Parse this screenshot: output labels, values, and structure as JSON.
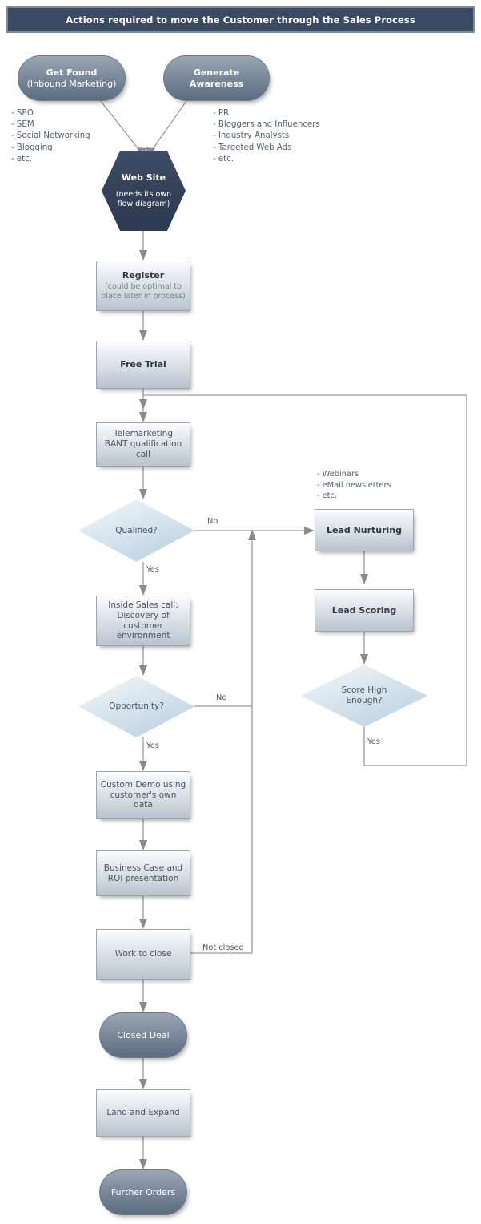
{
  "title": {
    "text": "Actions required to move the Customer through the Sales Process",
    "bg_color": "#3a4a63",
    "border_color": "#7e8ca0",
    "text_color": "#ffffff"
  },
  "palette": {
    "process_fill_top": "#fcfdfe",
    "process_fill_bottom": "#b9c4ce",
    "terminator_fill": "#6e7c8f",
    "hexagon_fill": "#2e3a50",
    "decision_fill": "#b8cede",
    "connector": "#9a9a9a",
    "body_text": "#4c5560"
  },
  "nodes": {
    "get_found": {
      "line1": "Get Found",
      "line2": "(Inbound Marketing)",
      "shape": "terminator"
    },
    "generate_awareness": {
      "line1": "Generate",
      "line2": "Awareness",
      "shape": "terminator"
    },
    "web_site": {
      "line1": "Web Site",
      "line2": "(needs its own",
      "line3": "flow diagram)",
      "shape": "hexagon"
    },
    "register": {
      "line1": "Register",
      "line2": "(could be optimal to",
      "line3": "place later in process)",
      "shape": "process"
    },
    "free_trial": {
      "line1": "Free Trial",
      "shape": "process"
    },
    "telemarketing": {
      "line1": "Telemarketing",
      "line2": "BANT qualification",
      "line3": "call",
      "shape": "process"
    },
    "qualified": {
      "line1": "Qualified?",
      "shape": "decision"
    },
    "inside_sales": {
      "line1": "Inside Sales call:",
      "line2": "Discovery of",
      "line3": "customer",
      "line4": "environment",
      "shape": "process"
    },
    "opportunity": {
      "line1": "Opportunity?",
      "shape": "decision"
    },
    "custom_demo": {
      "line1": "Custom Demo using",
      "line2": "customer's own data",
      "shape": "process"
    },
    "business_case": {
      "line1": "Business Case and",
      "line2": "ROI presentation",
      "shape": "process"
    },
    "work_to_close": {
      "line1": "Work to close",
      "shape": "process"
    },
    "closed_deal": {
      "line1": "Closed Deal",
      "shape": "terminator"
    },
    "land_and_expand": {
      "line1": "Land and Expand",
      "shape": "process"
    },
    "further_orders": {
      "line1": "Further Orders",
      "shape": "terminator"
    },
    "lead_nurturing": {
      "line1": "Lead Nurturing",
      "shape": "process"
    },
    "lead_scoring": {
      "line1": "Lead Scoring",
      "shape": "process"
    },
    "score_high_enough": {
      "line1": "Score High",
      "line2": "Enough?",
      "shape": "decision"
    }
  },
  "annotations": {
    "inbound_list": "- SEO\n- SEM\n- Social Networking\n- Blogging\n- etc.",
    "awareness_list": "- PR\n- Bloggers and Influencers\n- Industry Analysts\n- Targeted Web Ads\n- etc.",
    "nurturing_list": "- Webinars\n- eMail newsletters\n- etc."
  },
  "edge_labels": {
    "qualified_no": "No",
    "qualified_yes": "Yes",
    "opportunity_no": "No",
    "opportunity_yes": "Yes",
    "work_to_close_not_closed": "Not closed",
    "score_high_yes": "Yes"
  }
}
